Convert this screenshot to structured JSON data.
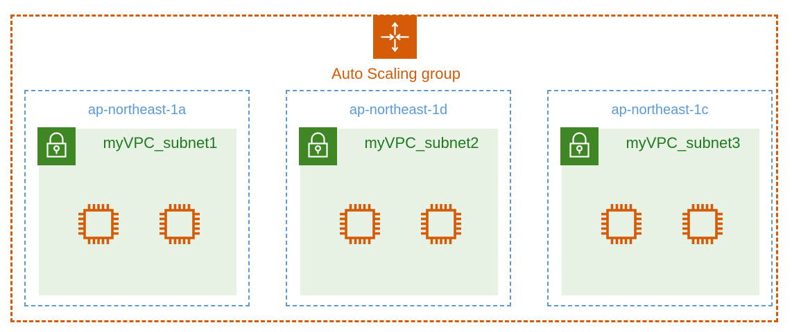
{
  "diagram": {
    "title": "Auto Scaling group",
    "colors": {
      "asg_orange": "#D45B07",
      "az_blue": "#5B9BD5",
      "subnet_green": "#3F8624",
      "subnet_fill": "#E8F2E4",
      "subnet_text_green": "#1F7A1F",
      "instance_orange": "#D45B07",
      "background": "#FFFFFF"
    },
    "asg": {
      "label": "Auto Scaling group",
      "icon": "auto-scaling-arrows-icon"
    },
    "availability_zones": [
      {
        "az_label": "ap-northeast-1a",
        "subnet_label": "myVPC_subnet1",
        "subnet_icon": "private-subnet-lock-icon",
        "instances": [
          {
            "icon": "ec2-instance-chip-icon"
          },
          {
            "icon": "ec2-instance-chip-icon"
          }
        ]
      },
      {
        "az_label": "ap-northeast-1d",
        "subnet_label": "myVPC_subnet2",
        "subnet_icon": "private-subnet-lock-icon",
        "instances": [
          {
            "icon": "ec2-instance-chip-icon"
          },
          {
            "icon": "ec2-instance-chip-icon"
          }
        ]
      },
      {
        "az_label": "ap-northeast-1c",
        "subnet_label": "myVPC_subnet3",
        "subnet_icon": "private-subnet-lock-icon",
        "instances": [
          {
            "icon": "ec2-instance-chip-icon"
          },
          {
            "icon": "ec2-instance-chip-icon"
          }
        ]
      }
    ]
  }
}
